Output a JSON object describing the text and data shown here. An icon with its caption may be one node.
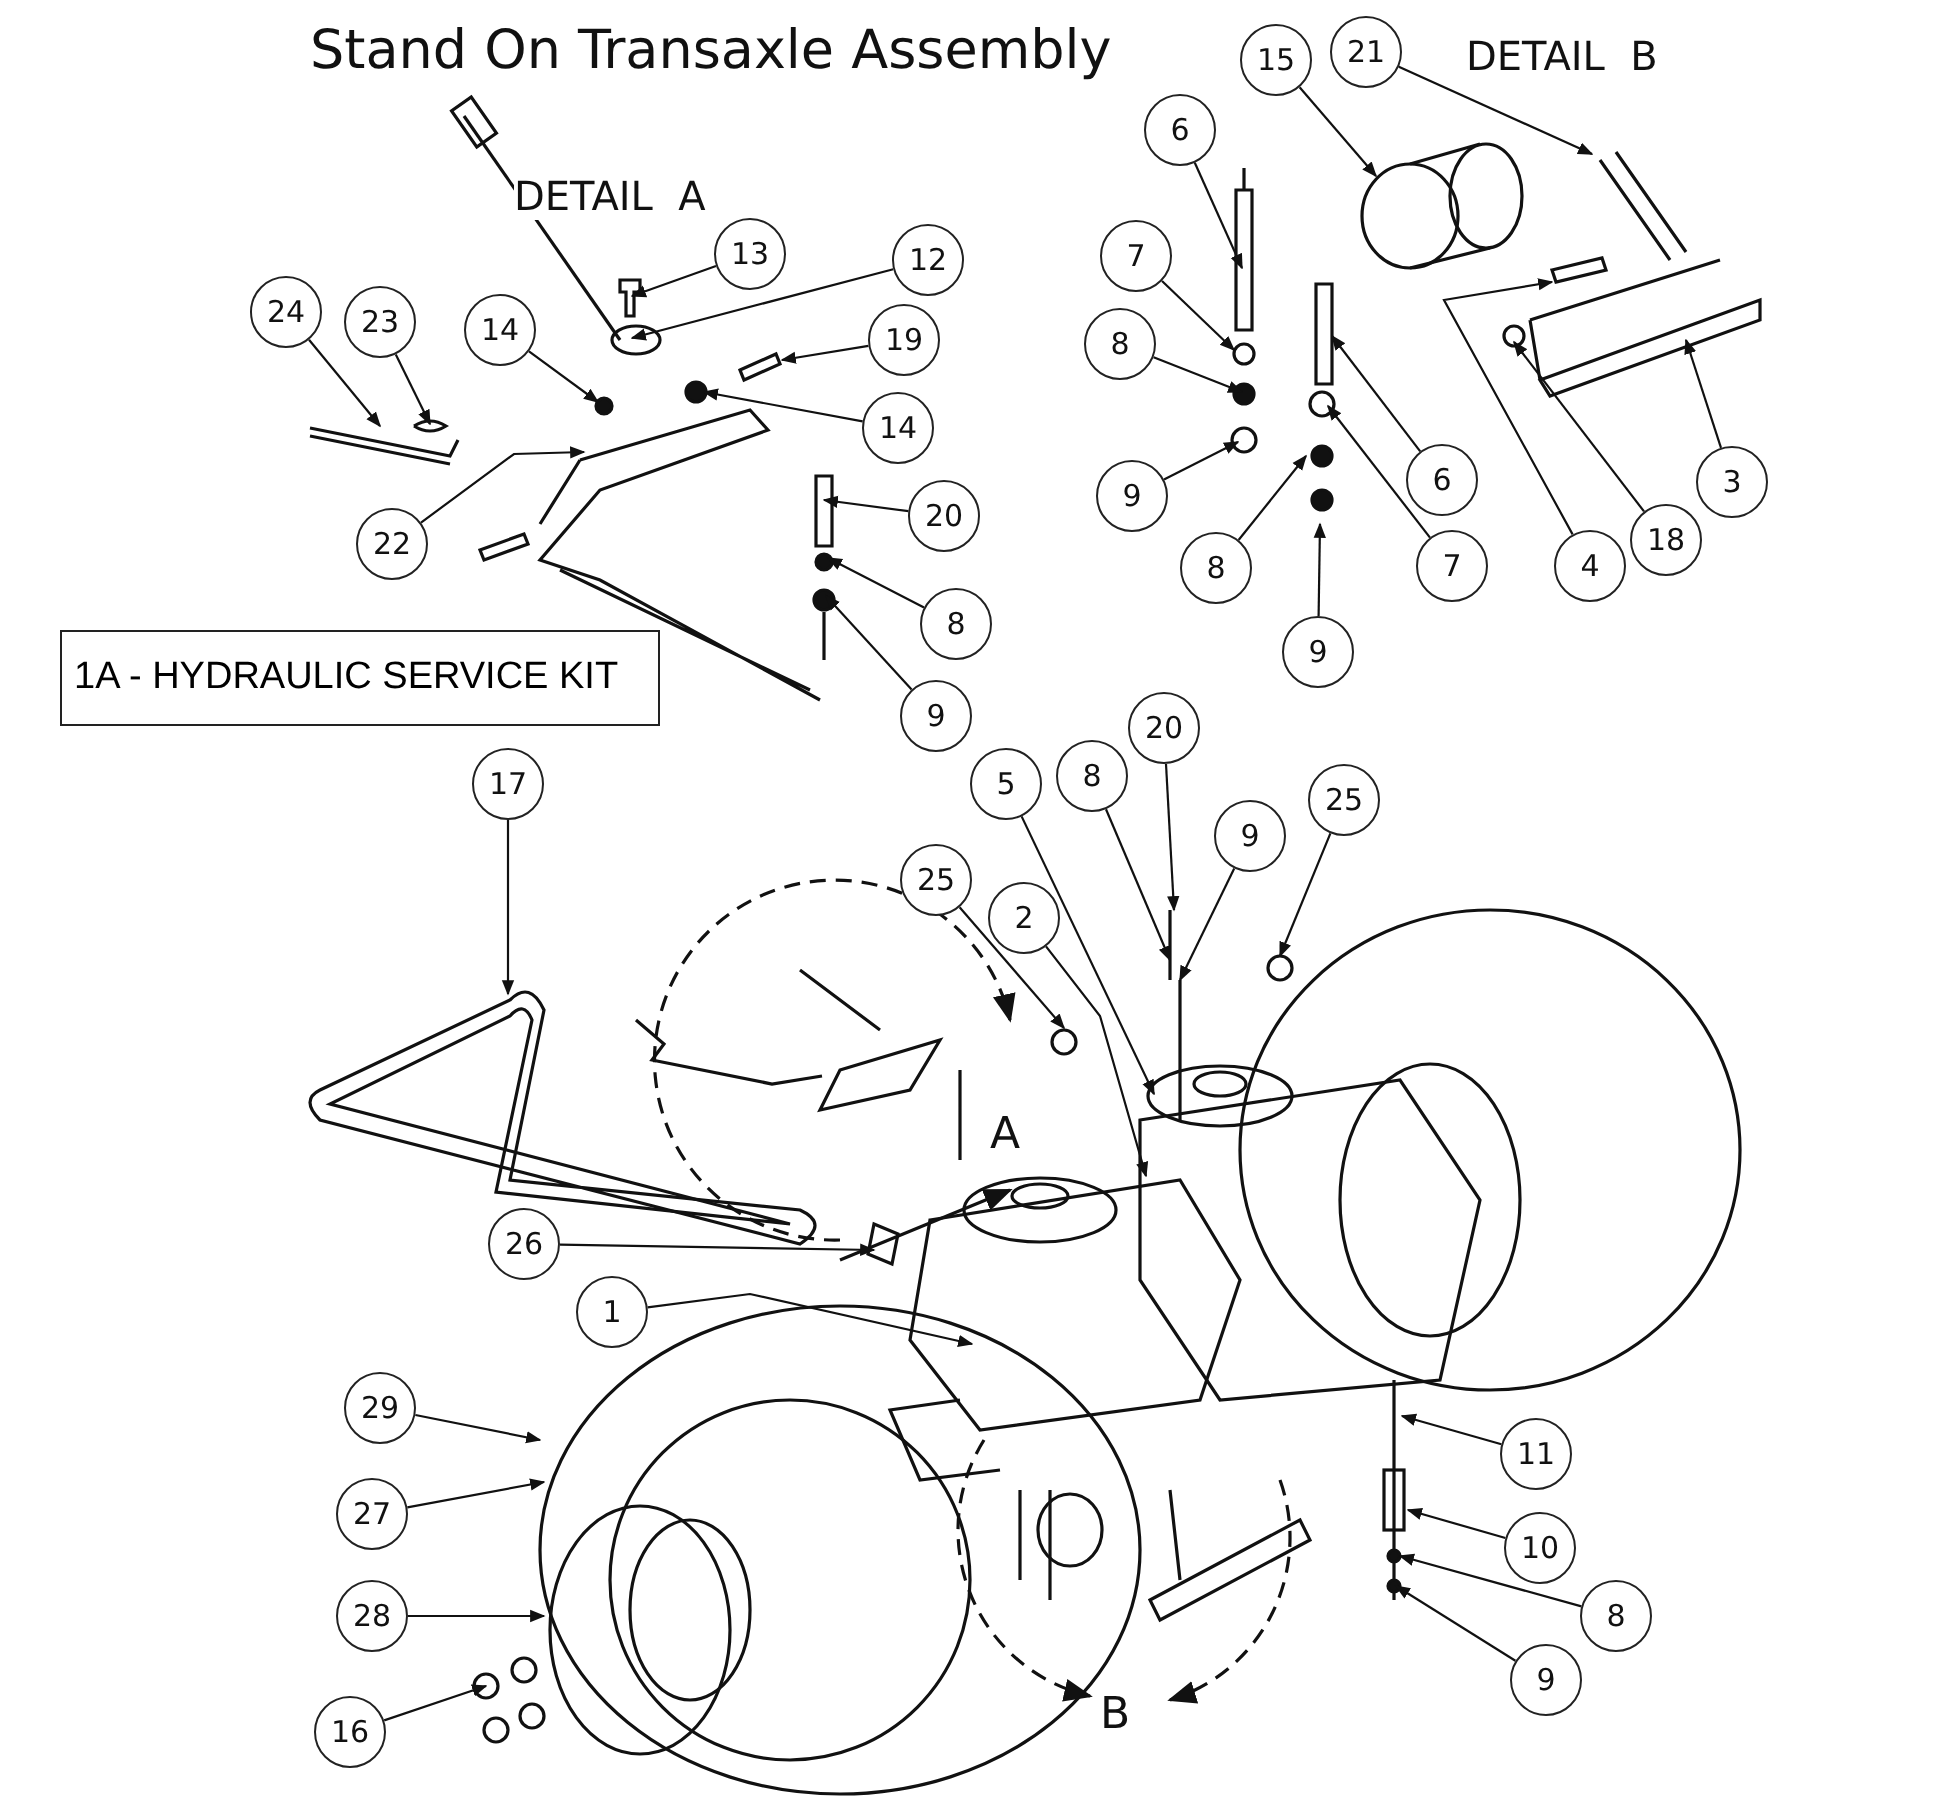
{
  "diagram": {
    "title": "Stand On Transaxle Assembly",
    "nodes": [
      {
        "text": [
          "24"
        ]
      },
      {
        "text": [
          "23"
        ]
      },
      {
        "text": [
          "14"
        ]
      },
      {
        "text": [
          "13"
        ]
      },
      {
        "text": [
          "12"
        ]
      },
      {
        "text": [
          "19"
        ]
      },
      {
        "text": [
          "14"
        ]
      },
      {
        "text": [
          "22"
        ]
      },
      {
        "text": [
          "20"
        ]
      },
      {
        "text": [
          "8"
        ]
      },
      {
        "text": [
          "9"
        ]
      },
      {
        "text": [
          "15"
        ]
      },
      {
        "text": [
          "21"
        ]
      },
      {
        "text": [
          "6"
        ]
      },
      {
        "text": [
          "7"
        ]
      },
      {
        "text": [
          "8"
        ]
      },
      {
        "text": [
          "9"
        ]
      },
      {
        "text": [
          "6"
        ]
      },
      {
        "text": [
          "7"
        ]
      },
      {
        "text": [
          "8"
        ]
      },
      {
        "text": [
          "9"
        ]
      },
      {
        "text": [
          "4"
        ]
      },
      {
        "text": [
          "18"
        ]
      },
      {
        "text": [
          "3"
        ]
      },
      {
        "text": [
          "1A - HYDRAULIC SERVICE KIT"
        ]
      },
      {
        "text": [
          "17"
        ]
      },
      {
        "text": [
          "20"
        ]
      },
      {
        "text": [
          "5"
        ]
      },
      {
        "text": [
          "8"
        ]
      },
      {
        "text": [
          "9"
        ]
      },
      {
        "text": [
          "25"
        ]
      },
      {
        "text": [
          "25"
        ]
      },
      {
        "text": [
          "2"
        ]
      },
      {
        "text": [
          "26"
        ]
      },
      {
        "text": [
          "1"
        ]
      },
      {
        "text": [
          "29"
        ]
      },
      {
        "text": [
          "27"
        ]
      },
      {
        "text": [
          "28"
        ]
      },
      {
        "text": [
          "16"
        ]
      },
      {
        "text": [
          "11"
        ]
      },
      {
        "text": [
          "10"
        ]
      },
      {
        "text": [
          "8"
        ]
      },
      {
        "text": [
          "9"
        ]
      }
    ],
    "edges": [
      {
        "from": 0,
        "to": null,
        "arrow": "to"
      },
      {
        "from": 1,
        "to": null,
        "arrow": "to"
      },
      {
        "from": 2,
        "to": null,
        "arrow": "to"
      },
      {
        "from": 3,
        "to": null,
        "arrow": "to"
      },
      {
        "from": 4,
        "to": null,
        "arrow": "to"
      },
      {
        "from": 5,
        "to": null,
        "arrow": "to"
      },
      {
        "from": 6,
        "to": null,
        "arrow": "to"
      },
      {
        "from": 7,
        "to": null,
        "arrow": "to"
      },
      {
        "from": 8,
        "to": null,
        "arrow": "to"
      },
      {
        "from": 9,
        "to": null,
        "arrow": "to"
      },
      {
        "from": 10,
        "to": null,
        "arrow": "to"
      },
      {
        "from": 11,
        "to": null,
        "arrow": "to"
      },
      {
        "from": 12,
        "to": null,
        "arrow": "to"
      },
      {
        "from": 13,
        "to": null,
        "arrow": "to"
      },
      {
        "from": 14,
        "to": null,
        "arrow": "to"
      },
      {
        "from": 15,
        "to": null,
        "arrow": "to"
      },
      {
        "from": 16,
        "to": null,
        "arrow": "to"
      },
      {
        "from": 17,
        "to": null,
        "arrow": "to"
      },
      {
        "from": 18,
        "to": null,
        "arrow": "to"
      },
      {
        "from": 19,
        "to": null,
        "arrow": "to"
      },
      {
        "from": 20,
        "to": null,
        "arrow": "to"
      },
      {
        "from": 21,
        "to": null,
        "arrow": "to"
      },
      {
        "from": 22,
        "to": null,
        "arrow": "to"
      },
      {
        "from": 23,
        "to": null,
        "arrow": "to"
      },
      {
        "from": 25,
        "to": null,
        "arrow": "to"
      },
      {
        "from": 26,
        "to": null,
        "arrow": "to"
      },
      {
        "from": 27,
        "to": null,
        "arrow": "to"
      },
      {
        "from": 28,
        "to": null,
        "arrow": "to"
      },
      {
        "from": 29,
        "to": null,
        "arrow": "to"
      },
      {
        "from": 30,
        "to": null,
        "arrow": "to"
      },
      {
        "from": 31,
        "to": null,
        "arrow": "to"
      },
      {
        "from": 32,
        "to": null,
        "arrow": "to"
      },
      {
        "from": 33,
        "to": null,
        "arrow": "to"
      },
      {
        "from": 34,
        "to": null,
        "arrow": "to"
      },
      {
        "from": 35,
        "to": null,
        "arrow": "to"
      },
      {
        "from": 36,
        "to": null,
        "arrow": "to"
      },
      {
        "from": 37,
        "to": null,
        "arrow": "to"
      },
      {
        "from": 38,
        "to": null,
        "arrow": "to"
      },
      {
        "from": 39,
        "to": null,
        "arrow": "to"
      },
      {
        "from": 40,
        "to": null,
        "arrow": "to"
      },
      {
        "from": 41,
        "to": null,
        "arrow": "to"
      },
      {
        "from": 42,
        "to": null,
        "arrow": "to"
      }
    ],
    "labels": [
      "DETAIL  B",
      "DETAIL  A",
      "A",
      "B"
    ]
  }
}
